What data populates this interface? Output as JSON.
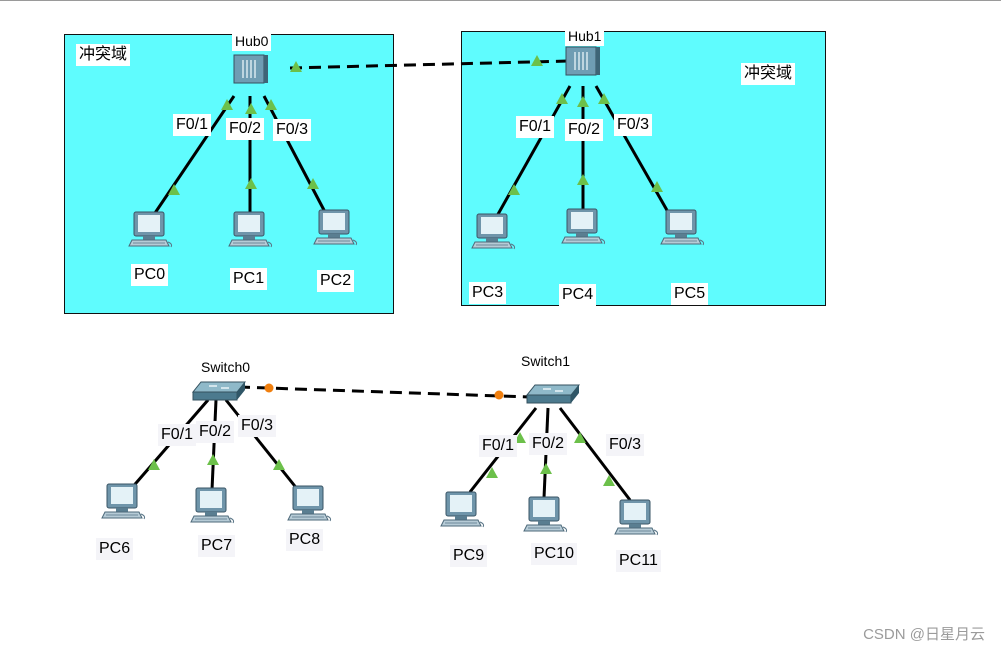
{
  "domains": [
    {
      "label": "冲突域"
    },
    {
      "label": "冲突域"
    }
  ],
  "devices": {
    "hub0": "Hub0",
    "hub1": "Hub1",
    "switch0": "Switch0",
    "switch1": "Switch1",
    "pcs": [
      "PC0",
      "PC1",
      "PC2",
      "PC3",
      "PC4",
      "PC5",
      "PC6",
      "PC7",
      "PC8",
      "PC9",
      "PC10",
      "PC11"
    ]
  },
  "ports": {
    "hub0": [
      "F0/1",
      "F0/2",
      "F0/3"
    ],
    "hub1": [
      "F0/1",
      "F0/2",
      "F0/3"
    ],
    "switch0": [
      "F0/1",
      "F0/2",
      "F0/3"
    ],
    "switch1": [
      "F0/1",
      "F0/2",
      "F0/3"
    ]
  },
  "colors": {
    "domain_fill": "#5ffcfe",
    "link_up": "#6cc04a",
    "link_blocking": "#f07f0e",
    "cable": "#000000"
  },
  "watermark": "CSDN @日星月云"
}
